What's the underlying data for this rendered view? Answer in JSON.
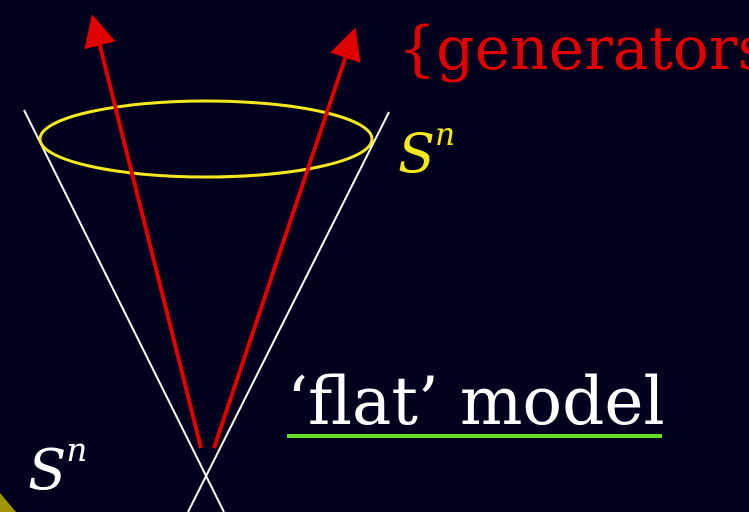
{
  "labels": {
    "generators": "{generators}",
    "sphere_top_base": "S",
    "sphere_top_exp": "n",
    "sphere_bottom_base": "S",
    "sphere_bottom_exp": "n",
    "model": "‘flat’ model"
  },
  "colors": {
    "background": "#02021f",
    "generators": "#e00000",
    "arrows": "#e00000",
    "top_sphere": "#f5e91d",
    "cone_lines": "#ffffff",
    "underline": "#66dd22",
    "text": "#ffffff"
  }
}
